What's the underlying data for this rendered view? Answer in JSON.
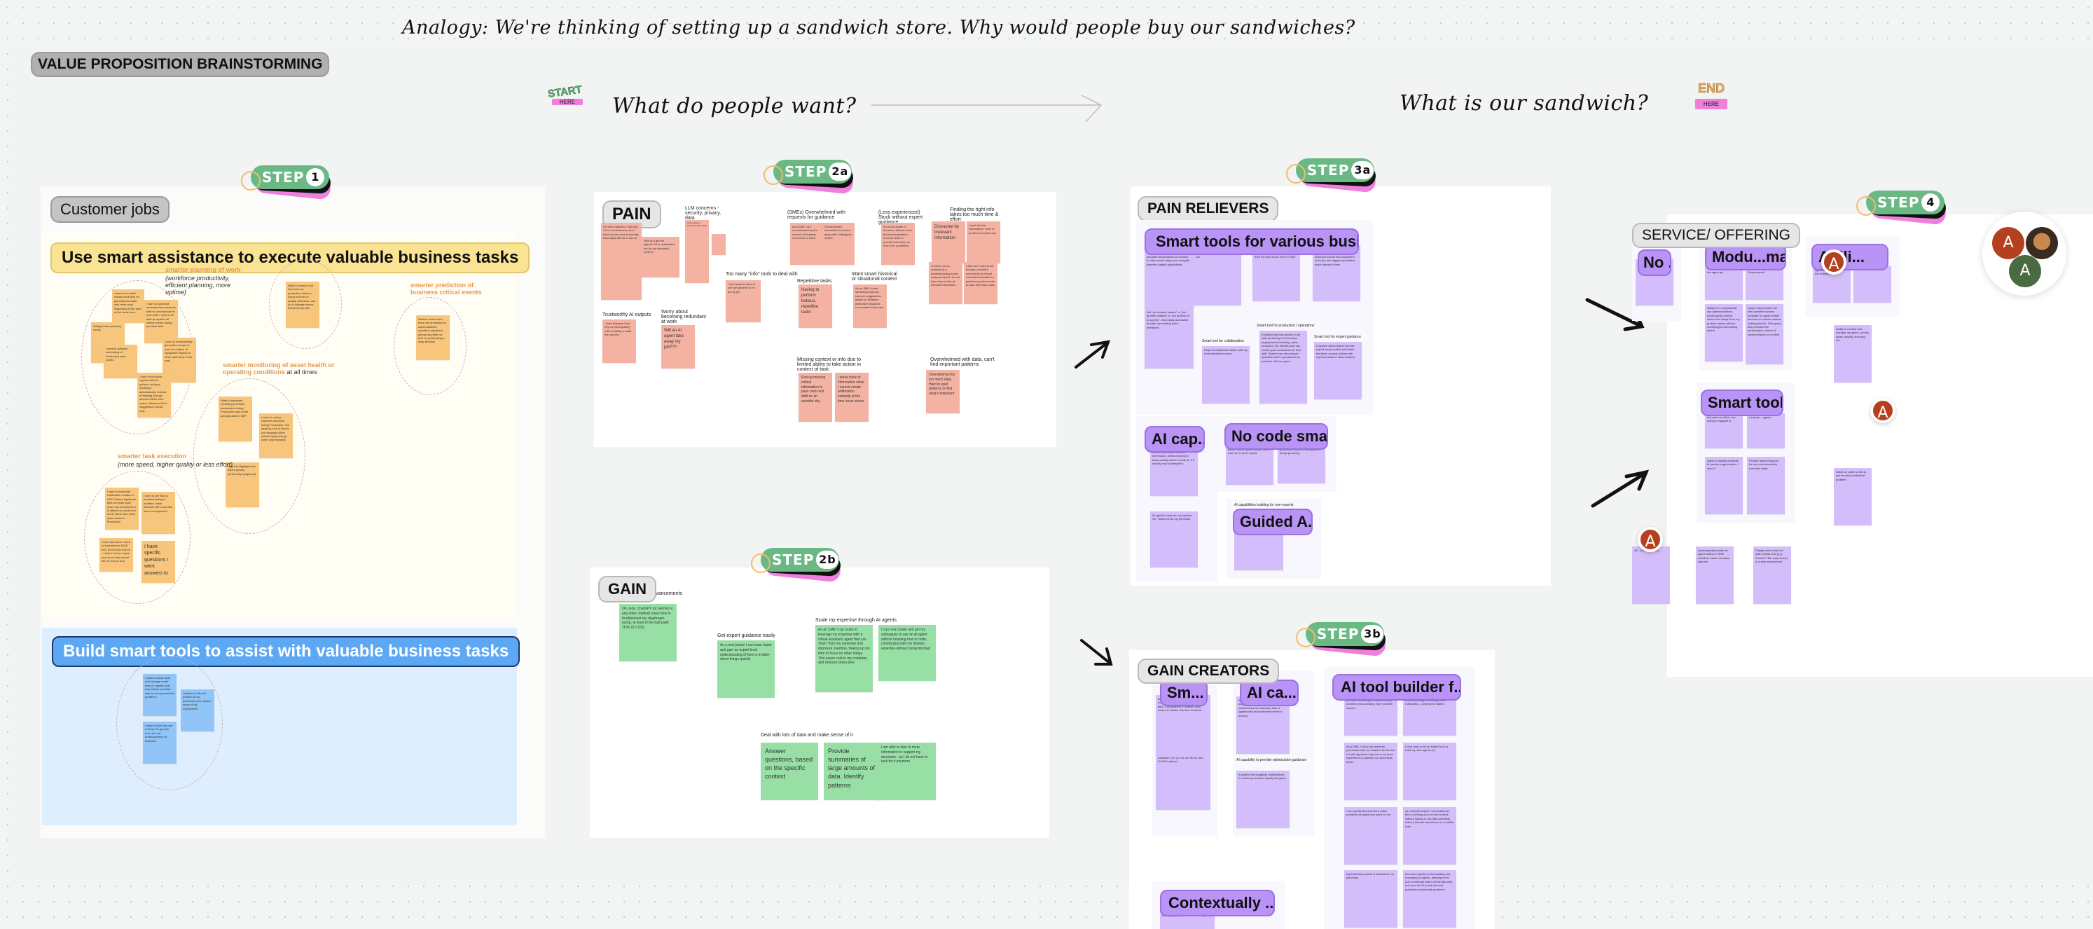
{
  "header": {
    "analogy": "Analogy: We're thinking of setting up a sandwich store. Why would people buy our sandwiches?",
    "board_title": "VALUE PROPOSITION BRAINSTORMING",
    "start_sticker": {
      "top": "START",
      "bottom": "HERE"
    },
    "end_sticker": {
      "top": "END",
      "bottom": "HERE"
    },
    "question_left": "What do people want?",
    "question_right": "What is our sandwich?"
  },
  "steps": {
    "step1": {
      "word": "STEP",
      "num": "1"
    },
    "step2a": {
      "word": "STEP",
      "num": "2a"
    },
    "step2b": {
      "word": "STEP",
      "num": "2b"
    },
    "step3a": {
      "word": "STEP",
      "num": "3a"
    },
    "step3b": {
      "word": "STEP",
      "num": "3b"
    },
    "step4": {
      "word": "STEP",
      "num": "4"
    }
  },
  "customer_jobs": {
    "tag": "Customer jobs",
    "banner1": "Use smart assistance to execute valuable business tasks",
    "banner2": "Build smart tools to assist with valuable business tasks",
    "clusters": {
      "planning": {
        "title": "smarter planning of work",
        "subtitle": "(workforce productivity, efficient planning, more uptime)"
      },
      "prediction": {
        "title": "smarter prediction of business critical events"
      },
      "monitoring": {
        "title": "smarter monitoring of asset health or operating conditions",
        "suffix": " at all times"
      },
      "execution": {
        "title": "smarter task execution",
        "subtitle": "(more speed, higher quality or less effort)"
      }
    },
    "stickies": [
      "I want to be told if nearby work that I'm planning will clash with other work happening in the area at the same time.",
      "I want to automate summary from previous shift to communicate to next shift. I need to be able to capture all critical events during previous shift.",
      "Satisfy better planning needs",
      "I want to optimize scheduling of Production work orders.",
      "I want to automatically generate a scope of work for a piece of equipment, based on other work done in the past",
      "I want to find work opportunities to perform during a shutdown automatically, instead of trawling through several 1000s work orders. Atleast a list of suggestions would help.",
      "Want to know in real time how my production batch is doing in terms of quality, and what I can do to mitigate issues before its too late",
      "Want to know when there are anomalies to usual business operation anywhere across my plant, so that I'm preempting a risky situation",
      "Want to automate recording of critical parameters during Production work order and populate in SAP.",
      "I want to reduce machine downtime during Production. It is causing a lot of loss to our company when critical equipment go down unpredictably.",
      "I want to Highlight bad actors (poorly performing equipment)",
      "I want to automate notification creation in SAP. It takes significant time to create work order and sometimes it is difficult to create one at the same time when issue arises in Production",
      "I want to get help in troubleshooting a problem I have detected with a specific piece of equipment",
      "I have this issue I need to troubleshoot NOW, but I don't know how to - I wish I had an expert next to me who would tell me how to do it",
      "I have specific questions I want answers to"
    ],
    "blue_stickies": [
      "I want to easily build and manage smart tools (+ agents) that help advise and take actions on my industrial problems",
      "I believe LLMs will answer all my questions (and replace many of my employees!)",
      "I want to build my own LLM as the generic ones are not understanding my business"
    ]
  },
  "pain": {
    "tag": "PAIN",
    "groups": [
      {
        "label": "LLM concerns - security, privacy, data"
      },
      {
        "label": "(SMEs) Overwhelmed with requests for guidance"
      },
      {
        "label": "(Less experienced) Stuck without expert guidance"
      },
      {
        "label": "Finding the right info takes too much time & effort"
      },
      {
        "label": "Too many \"info\" tools to deal with"
      },
      {
        "label": "Repetitive tasks"
      },
      {
        "label": "Want smart historical or situational context"
      },
      {
        "label": "Trustworthy AI outputs"
      },
      {
        "label": "Worry about becoming redundant at work"
      },
      {
        "label": "Missing context or info due to limited ability to take action in context of task"
      },
      {
        "label": "Overwhelmed with data, can't find important patterns"
      }
    ],
    "stickies": [
      "I've been asked to \"look into AI\" for our business, but I have no idea how to actually build apps with AI or use AI",
      "How do I get the agent/LLM to understand my (or my company) context",
      "I do not know how to get started to actually use this LLM thing for anything more than trivial tasks through ChatGPT",
      "As a SME I am overwhelmed by the amount of requests received in a week.",
      "Certain expert information is locked away with 'colleagues' 'brains'",
      "As a new joinee or someone without much technical expertise I need an SME to provide instruction on how to fix a problem",
      "Distracted by irrelevant information",
      "I can't find the information I need to perform a certain task",
      "I need to do an analysis (e.g. troubleshooting some equipment) but I do not have time to find all relevant information",
      "I also don't want to sift through countless documents to extract relevant information to perform my job in order to save time thus costs",
      "I don't want to have to use 'yet another UI' to do my job",
      "Having to perform tedious, repetitive tasks",
      "As an SME I need something that can improve suggestions based on situation/ workorder situations I've created in the past",
      "I want Answers I can rely on (desi-quality) with an ability to audit the sources",
      "Will an AI agent take away my job???",
      "End up missing critical information to pass onto next shift on an eventful day",
      "I loose track of information since I cannot create notification instantly at the time issue arises",
      "Overwhelmed by too much data. Hard to spot patterns or find what's important"
    ]
  },
  "gain": {
    "tag": "GAIN",
    "groups": [
      {
        "label": "Technological advancements"
      },
      {
        "label": "Get expert guidance easily"
      },
      {
        "label": "Scale my expertise through AI agents"
      },
      {
        "label": "Deal with lots of data and make sense of it"
      }
    ],
    "stickies": [
      "Oh, look, ChatGPT (or Gemini or any other chatbot) knew how to troubleshoot my diaphragm pump, at least in the ball park! THIS IS COOL",
      "As a new joinee I can learn faster and gain an expert level understanding of how to trouble-shoot things quickly",
      "As an SME I can scale to leverage my expertise with a virtual assistant/ agent that can 'learn' from my expertise and improves overtime, freeing up my time to focus on other things. This saves cost to my company and reduces down-time",
      "I can now create and get my colleagues to use an AI agent without knowing how to code, contributing with my domain expertise without being blocked",
      "Answer questions, based on the specific context",
      "Provide summaries of large amounts of data. Identify patterns",
      "I am able to take in more information to support my decisions - as I do not have to look for it anymore"
    ]
  },
  "pain_relievers": {
    "tag": "PAIN RELIEVERS",
    "titles": [
      "Smart tools for various busines...",
      "AI cap...",
      "No code sma...",
      "Guided A..."
    ],
    "labels": [
      "Smart tool for collaboration",
      "Smart tool for production / operations",
      "Smart tool for expert guidance",
      "AI capabilities building for non-experts"
    ],
    "stickies": [
      "Easy user interface which is a one-stop shop for issues and leads to separate areas based on solution. In other words helps user navigate between pages/ applications",
      "Help me break down silos between different CDF features I use",
      "through steps in work orders, suggest me steps, takes inputs from me and record them in SAP.",
      "receives critical parameters from equipment and have access to historical events with equipment and can now suggest preventive action ahead of time.",
      "Not \"yet another search\" or \"yet another chatbot\" or \"yet another UI to log into\". Just easily accessible through my existing tools/ interfaces.",
      "Help me collaborate better with my multi-disciplinary team",
      "A system that has access to all data pertaining to Production (equipment functioning, parts produced, QC checks) and can create good summaries for next shift. System can also answer questions when operators from previous shift are gone.",
      "A system which learns from an expert and provides actionable feedback on past actions with improvements to future actions",
      "sense of the most relevant information, without having to know exactly where to look for it & exactly how to interpret it.",
      "AI agent to help me, not replace me. Helps me do my job better.",
      "know - I don't have to code, I don't have to be an AI expert.",
      "processes easier to debug when things go wrong.",
      "me to ensure we are using the right one"
    ]
  },
  "gain_creators": {
    "tag": "GAIN CREATORS",
    "titles": [
      "Sm...",
      "AI ca...",
      "AI tool builder f...",
      "Contextually ..."
    ],
    "labels": [
      "AI capability to provide optimization guidance"
    ],
    "stickies": [
      "scheduling. Can plan work orders by estimating time and resources it will take. Can squeeze in smaller work orders in smaller idle time windows.",
      "Available 24/7 (or, for our SLOs, has 99.99% uptime)",
      "A system that analyzes data and suggests preventive/predictive maintenance so that down time is significantly reduced(even before it occurs)",
      "A system that suggests optimizations to current process to amplify the gains",
      "use and feel intelligent about solving problems thus creating more problem solvers",
      "troubleshooting or creating a SAP notification - correctly formatted",
      "As a SME, I know my business processes best, so I want to be the one to build agents to help me or my team experiment & optimize our processes better.",
      "I dont need to be an expert in AI to build my own agents (?)",
      "I can rapidly test and learn which problems an agent can solve for me",
      "as a domain expert I can finally test this LLM thing out in a real context - without having to use data scientists without domain experience as a middle man",
      "My individual context is defined for me (pasively)",
      "No-code experience for building and managing AI agents, allowing me to pull on relevant data I am familiar with, and tune the AI to ask relevant questions and provide guidance",
      "understanding my context, as it is leveraging my industrial knowledge"
    ]
  },
  "service_offering": {
    "tag": "SERVICE/ OFFERING",
    "titles": [
      "No ...",
      "Modu...ma...",
      "Abili...",
      "Smart tools"
    ],
    "stickies": [
      "We learn where to apply the agent ap...",
      "...building \"virtual ...\" or \"departments\"",
      "Ability to re-use/partially use agents/solutions (multi-agent) built by others and adapt them my problem space without modifying/compromising others",
      "Space that provides the best possible solution template for agent builder but lets me choose various building blocks. This space also provides the performance criteria of choices based on context",
      "agent takes action... on this shared conte...",
      "Ability to monitor and manage my agent. access rights, activity, accuracy, etc.",
      "industrial workflow I am actively engaged in.",
      "contexts... agents.",
      "Agent is always available to provide support when I need it",
      "Provide tailored support for my most commonly executed tasks",
      "Guide on which LLMs to use for which industrial problem",
      "All... ext... any... UIs.",
      "Automagically create an agent based on SME workflow, based on tasks, data etc.",
      "Playground to test out plain vanilla LLM (e.g. ChatGPT like experience) in a safe environment"
    ]
  },
  "collaborators": [
    {
      "initial": "A",
      "color": "#b5401f"
    },
    {
      "initial": "A",
      "color": "#4a6b42"
    },
    {
      "initial": "",
      "color": "#6b5240"
    }
  ],
  "colors": {
    "step_green": "#6ab985",
    "step_pink": "#ef7fdc",
    "sticky_orange": "#f7c57b",
    "sticky_pink": "#f4b2a3",
    "sticky_green": "#98dfa6",
    "sticky_purple": "#d3bdfa",
    "sticky_blue": "#92c5f7",
    "title_purple": "#b993f5"
  }
}
